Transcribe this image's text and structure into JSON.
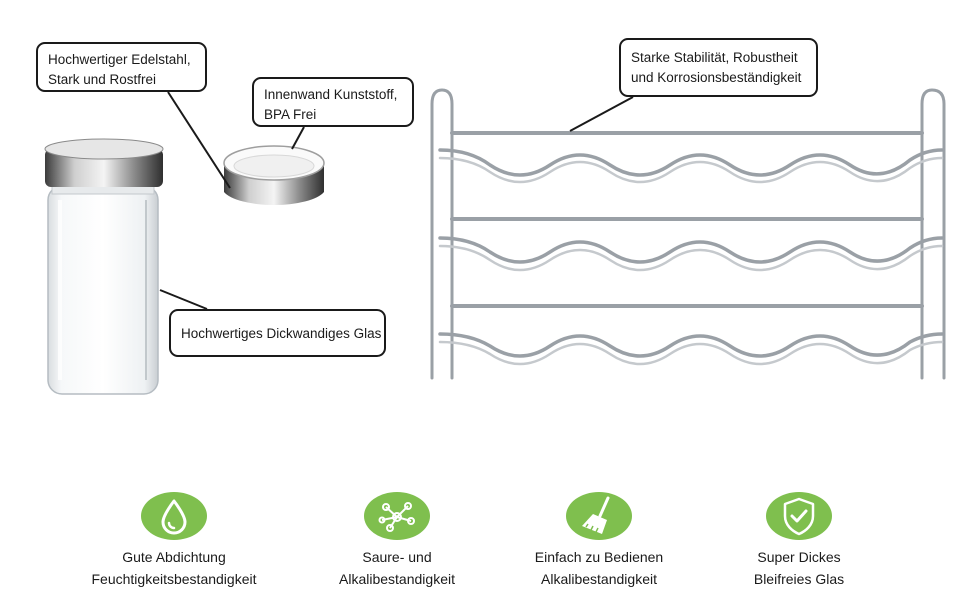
{
  "callouts": {
    "steel": {
      "line1": "Hochwertiger Edelstahl,",
      "line2": "Stark und Rostfrei"
    },
    "inner": {
      "line1": "Innenwand Kunststoff,",
      "line2": "BPA Frei"
    },
    "glass": {
      "line1": "Hochwertiges Dickwandiges Glas"
    },
    "rack": {
      "line1": "Starke Stabilität, Robustheit",
      "line2": "und Korrosionsbeständigkeit"
    }
  },
  "features": [
    {
      "icon": "water-drop-icon",
      "line1": "Gute Abdichtung",
      "line2": "Feuchtigkeitsbestandigkeit"
    },
    {
      "icon": "molecule-icon",
      "line1": "Saure- und",
      "line2": "Alkalibestandigkeit"
    },
    {
      "icon": "broom-icon",
      "line1": "Einfach zu Bedienen",
      "line2": "Alkalibestandigkeit"
    },
    {
      "icon": "shield-check-icon",
      "line1": "Super Dickes",
      "line2": "Bleifreies Glas"
    }
  ],
  "colors": {
    "accent": "#7fbf4e",
    "outline": "#1a1a1a",
    "chrome": "#9aa0a6"
  }
}
